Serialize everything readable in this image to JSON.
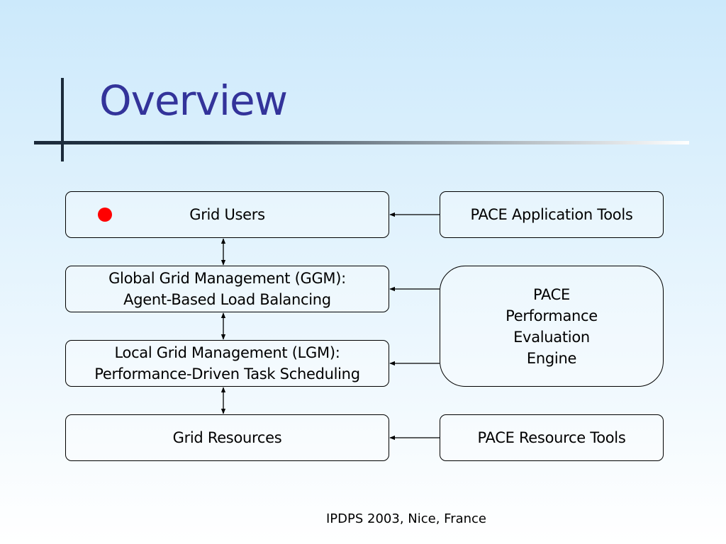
{
  "slide": {
    "title": "Overview",
    "footer": "IPDPS 2003, Nice, France"
  },
  "diagram": {
    "left_column": [
      {
        "id": "grid-users",
        "lines": [
          "Grid Users"
        ]
      },
      {
        "id": "ggm",
        "lines": [
          "Global Grid Management (GGM):",
          "Agent-Based Load Balancing"
        ]
      },
      {
        "id": "lgm",
        "lines": [
          "Local Grid Management (LGM):",
          "Performance-Driven Task Scheduling"
        ]
      },
      {
        "id": "grid-resources",
        "lines": [
          "Grid Resources"
        ]
      }
    ],
    "right_column": [
      {
        "id": "pace-application-tools",
        "lines": [
          "PACE Application Tools"
        ]
      },
      {
        "id": "pace-evaluation-engine",
        "lines": [
          "PACE",
          "Performance",
          "Evaluation",
          "Engine"
        ]
      },
      {
        "id": "pace-resource-tools",
        "lines": [
          "PACE Resource Tools"
        ]
      }
    ],
    "bullet_color": "#ff0000",
    "title_color": "#33339a"
  }
}
